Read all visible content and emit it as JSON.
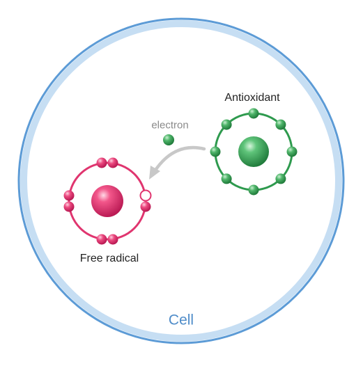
{
  "labels": {
    "antioxidant": "Antioxidant",
    "electron": "electron",
    "free_radical": "Free radical",
    "cell": "Cell"
  },
  "colors": {
    "cell_membrane": "#5c9bd6",
    "cell_membrane_inner": "#c6def3",
    "cell_label": "#4f8cc9",
    "antioxidant": "#2e9a4e",
    "free_radical": "#e0356f",
    "arrow": "#c8c8c8"
  },
  "diagram": {
    "antioxidant_orbit_electrons": 8,
    "free_radical_orbit_electron_pairs": 3,
    "free_radical_unpaired_electrons": 1,
    "free_radical_vacancies": 1
  }
}
